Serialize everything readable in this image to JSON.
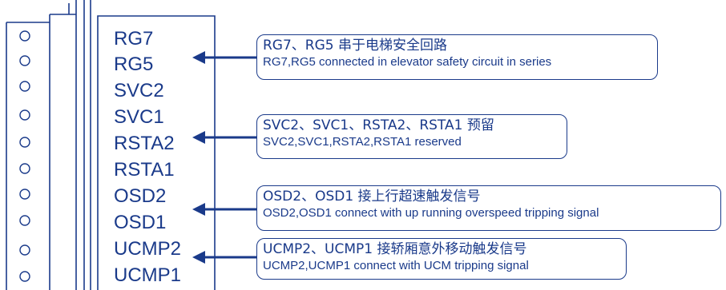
{
  "pins": [
    "RG7",
    "RG5",
    "SVC2",
    "SVC1",
    "RSTA2",
    "RSTA1",
    "OSD2",
    "OSD1",
    "UCMP2",
    "UCMP1"
  ],
  "callouts": [
    {
      "zh": "RG7、RG5 串于电梯安全回路",
      "en": "RG7,RG5  connected in elevator safety circuit in series"
    },
    {
      "zh": "SVC2、SVC1、RSTA2、RSTA1 预留",
      "en": "SVC2,SVC1,RSTA2,RSTA1 reserved"
    },
    {
      "zh": "OSD2、OSD1 接上行超速触发信号",
      "en": "OSD2,OSD1 connect with up running overspeed tripping signal"
    },
    {
      "zh": "UCMP2、UCMP1 接轿厢意外移动触发信号",
      "en": "UCMP2,UCMP1 connect with UCM tripping signal"
    }
  ],
  "colors": {
    "ink": "#1a3a8a",
    "background": "#ffffff"
  }
}
